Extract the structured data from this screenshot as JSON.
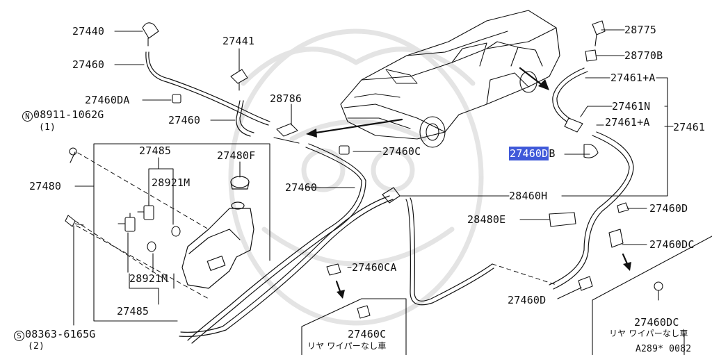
{
  "parts": {
    "p27440": "27440",
    "p27460_a": "27460",
    "p27441": "27441",
    "p27460DA": "27460DA",
    "p28786": "28786",
    "p27460_b": "27460",
    "p27485_top": "27485",
    "p27480F": "27480F",
    "p28921M_top": "28921M",
    "p27480": "27480",
    "p27460_c": "27460",
    "p27460C": "27460C",
    "p28921M_bottom": "28921M",
    "p27485_bottom": "27485",
    "p27460CA": "27460CA",
    "p27460C_box": "27460C",
    "p28775": "28775",
    "p28770B": "28770B",
    "p27461A_top": "27461+A",
    "p27461N": "27461N",
    "p27461A_mid": "27461+A",
    "p27461": "27461",
    "p27460DB_hl": "27460D",
    "p27460DB_suffix": "B",
    "p28460H": "28460H",
    "p27460D_right": "27460D",
    "p28480E": "28480E",
    "p27460DC": "27460DC",
    "p27460D_bottom": "27460D",
    "p27460DC_box": "27460DC"
  },
  "fasteners": {
    "nut_symbol": "N",
    "nut_part": "08911-1062G",
    "nut_qty": "(1)",
    "screw_symbol": "S",
    "screw_part": "08363-6165G",
    "screw_qty": "(2)"
  },
  "notes": {
    "rear_wiper_left": "リヤ ワイパーなし車",
    "rear_wiper_right": "リヤ ワイパーなし車",
    "figure_code": "A289* 0082"
  },
  "colors": {
    "highlight": "#3f59d9",
    "line": "#111111"
  }
}
